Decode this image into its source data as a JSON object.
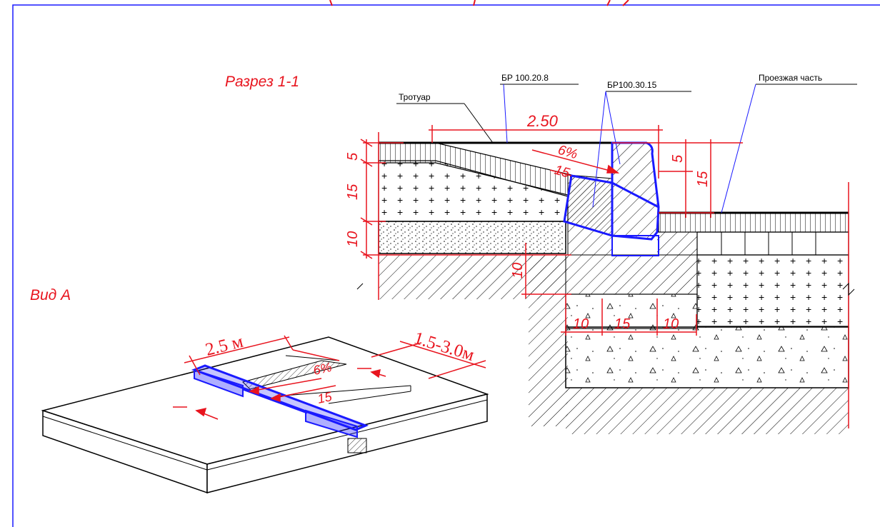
{
  "title": "Разрез 1-1",
  "view_title": "Вид А",
  "labels": {
    "sidewalk": "Тротуар",
    "curb_small": "БР 100.20.8",
    "curb_large": "БР100.30.15",
    "roadway": "Проезжая часть"
  },
  "dims": {
    "width_250": "2.50",
    "slope_6": "6%",
    "slope_15": "15",
    "h5_left": "5",
    "h15_left": "15",
    "h10_left": "10",
    "h5_right": "5",
    "h15_right": "15",
    "h10_mid": "10",
    "w10_a": "10",
    "w15": "15",
    "w10_b": "10"
  },
  "view_a": {
    "len": "2.5 м",
    "range": "1.5-3.0м",
    "slope_6": "6%",
    "slope_15": "15"
  },
  "colors": {
    "frame": "#1a1aff",
    "curb": "#1a1aff",
    "dimension": "#e8141e",
    "line": "#000000"
  }
}
